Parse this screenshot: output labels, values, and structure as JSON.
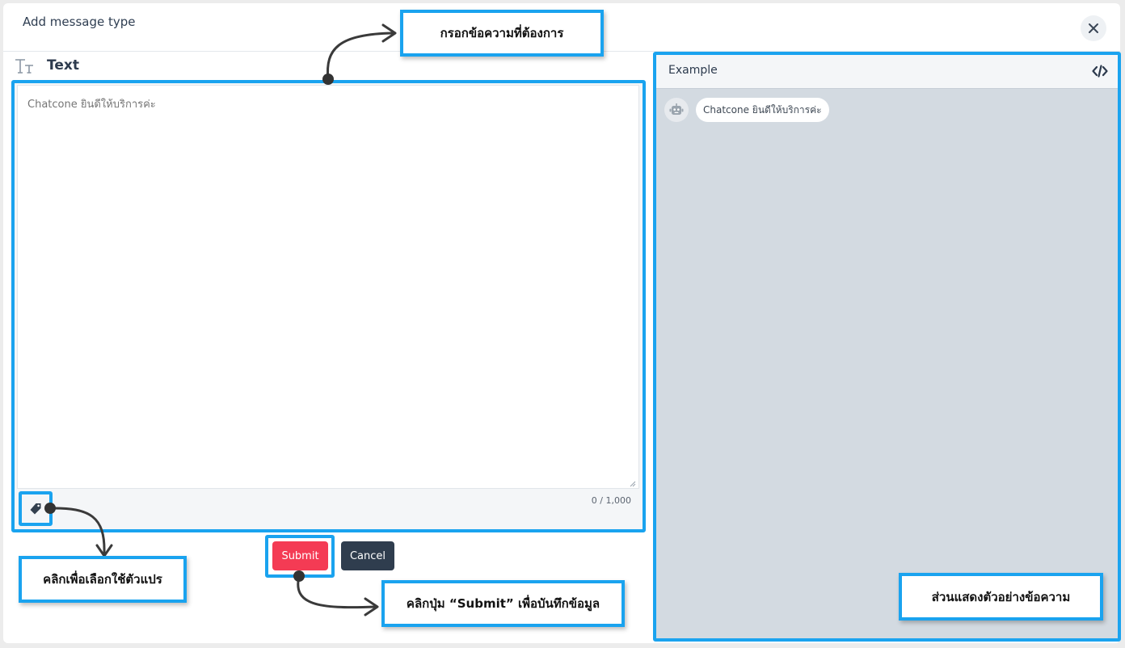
{
  "dialog": {
    "title": "Add message type"
  },
  "editor": {
    "section_label": "Text",
    "value": "",
    "placeholder": "Chatcone ยินดีให้บริการค่ะ",
    "char_count": "0 / 1,000"
  },
  "actions": {
    "submit_label": "Submit",
    "cancel_label": "Cancel"
  },
  "preview": {
    "title": "Example",
    "bot_message": "Chatcone ยินดีให้บริการค่ะ"
  },
  "annotations": {
    "fill_text": "กรอกข้อความที่ต้องการ",
    "select_variable": "คลิกเพื่อเลือกใช้ตัวแปร",
    "click_submit": "คลิกปุ่ม “Submit” เพื่อบันทึกข้อมูล",
    "preview_area": "ส่วนแสดงตัวอย่างข้อความ"
  },
  "colors": {
    "annotation_accent": "#1aa3ef",
    "submit": "#f43b54",
    "cancel": "#2f3d4e",
    "preview_bg": "#d3dae1"
  },
  "icons": [
    "text-size-icon",
    "close-icon",
    "tag-icon",
    "code-icon",
    "robot-icon"
  ]
}
